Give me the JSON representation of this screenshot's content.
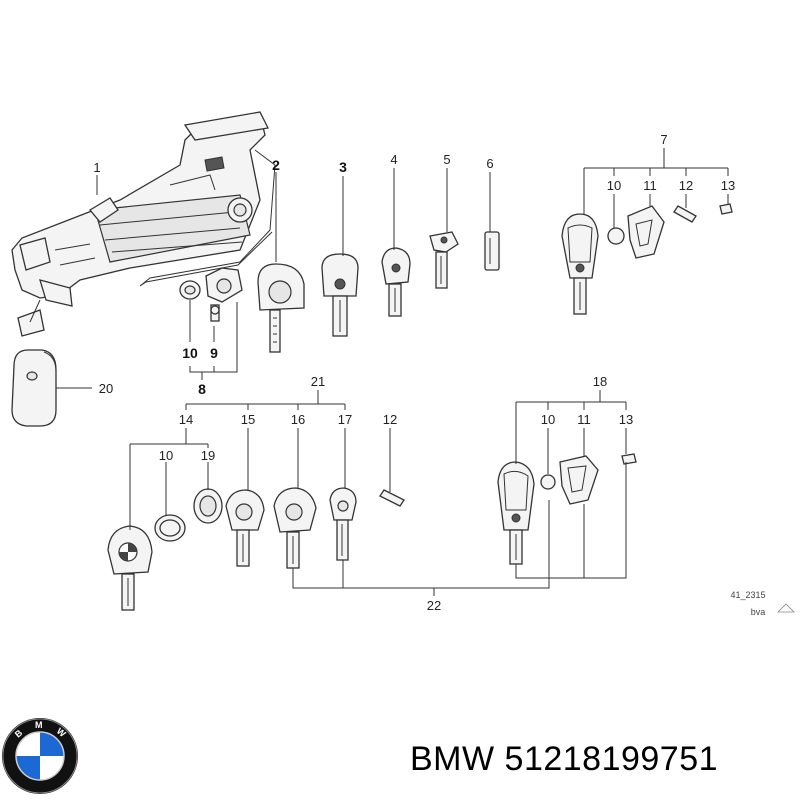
{
  "labels": {
    "l1": "1",
    "l2": "2",
    "l3": "3",
    "l4": "4",
    "l5": "5",
    "l6": "6",
    "l7": "7",
    "l7_10": "10",
    "l7_11": "11",
    "l7_12": "12",
    "l7_13": "13",
    "l8": "8",
    "l9": "9",
    "l10a": "10",
    "l20": "20",
    "l21": "21",
    "l14": "14",
    "l14_10": "10",
    "l19": "19",
    "l15": "15",
    "l16": "16",
    "l17": "17",
    "l12b": "12",
    "l18": "18",
    "l18_10": "10",
    "l18_11": "11",
    "l18_13": "13",
    "l22": "22"
  },
  "ref_code": "41_2315",
  "ref_author": "bva",
  "caption": "BMW 51218199751",
  "brand_logo": {
    "icon": "bmw-roundel-icon",
    "text": "BMW",
    "colors": [
      "#000000",
      "#ffffff",
      "#1c69d4"
    ]
  }
}
